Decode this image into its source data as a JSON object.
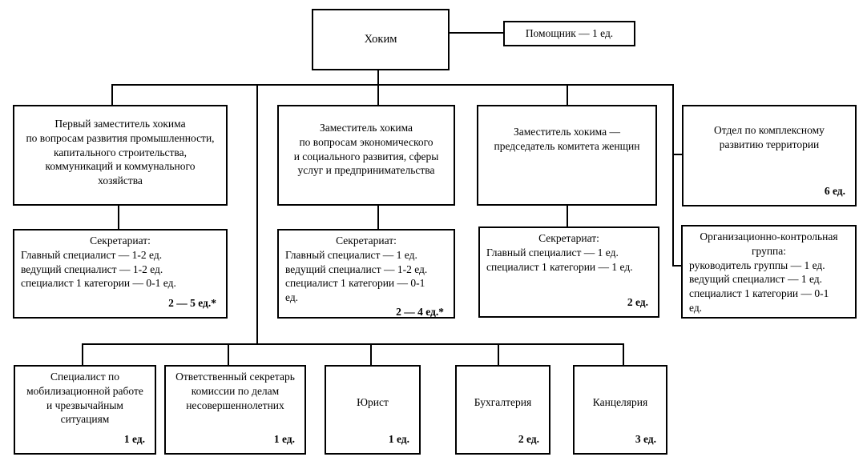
{
  "diagram": {
    "hokim": {
      "title": "Хоким"
    },
    "assistant": {
      "title": "Помощник — 1 ед."
    },
    "deputy1": {
      "title": "Первый заместитель хокима\nпо вопросам развития промышленности,\nкапитального строительства,\nкоммуникаций и коммунального\nхозяйства"
    },
    "deputy2": {
      "title": "Заместитель хокима\nпо вопросам экономического\nи социального развития, сферы\nуслуг и предпринимательства"
    },
    "deputy3": {
      "title": "Заместитель хокима —\nпредседатель комитета женщин"
    },
    "dept_territory": {
      "title": "Отдел по комплексному\nразвитию территории",
      "count": "6 ед."
    },
    "sec1": {
      "title": "Секретариат:",
      "body": "Главный специалист — 1-2 ед.\nведущий специалист — 1-2 ед.\nспециалист 1 категории — 0-1 ед.",
      "count": "2 — 5 ед.*"
    },
    "sec2": {
      "title": "Секретариат:",
      "body": "Главный специалист — 1 ед.\nведущий специалист — 1-2 ед.\nспециалист 1 категории — 0-1\nед.",
      "count": "2 — 4 ед.*"
    },
    "sec3": {
      "title": "Секретариат:",
      "body": "Главный специалист — 1 ед.\nспециалист 1 категории — 1 ед.",
      "count": "2 ед."
    },
    "org_group": {
      "title": "Организационно-контрольная\nгруппа:",
      "body": "руководитель группы — 1 ед.\nведущий специалист — 1 ед.\nспециалист 1 категории — 0-1\nед."
    },
    "mobilization": {
      "title": "Специалист по\nмобилизационной работе\nи чрезвычайным\nситуациям",
      "count": "1 ед."
    },
    "minors_secretary": {
      "title": "Ответственный секретарь\nкомиссии по делам\nнесовершеннолетних",
      "count": "1 ед."
    },
    "lawyer": {
      "title": "Юрист",
      "count": "1 ед."
    },
    "accounting": {
      "title": "Бухгалтерия",
      "count": "2 ед."
    },
    "chancery": {
      "title": "Канцелярия",
      "count": "3 ед."
    }
  },
  "colors": {
    "line": "#000000",
    "background": "#ffffff"
  }
}
